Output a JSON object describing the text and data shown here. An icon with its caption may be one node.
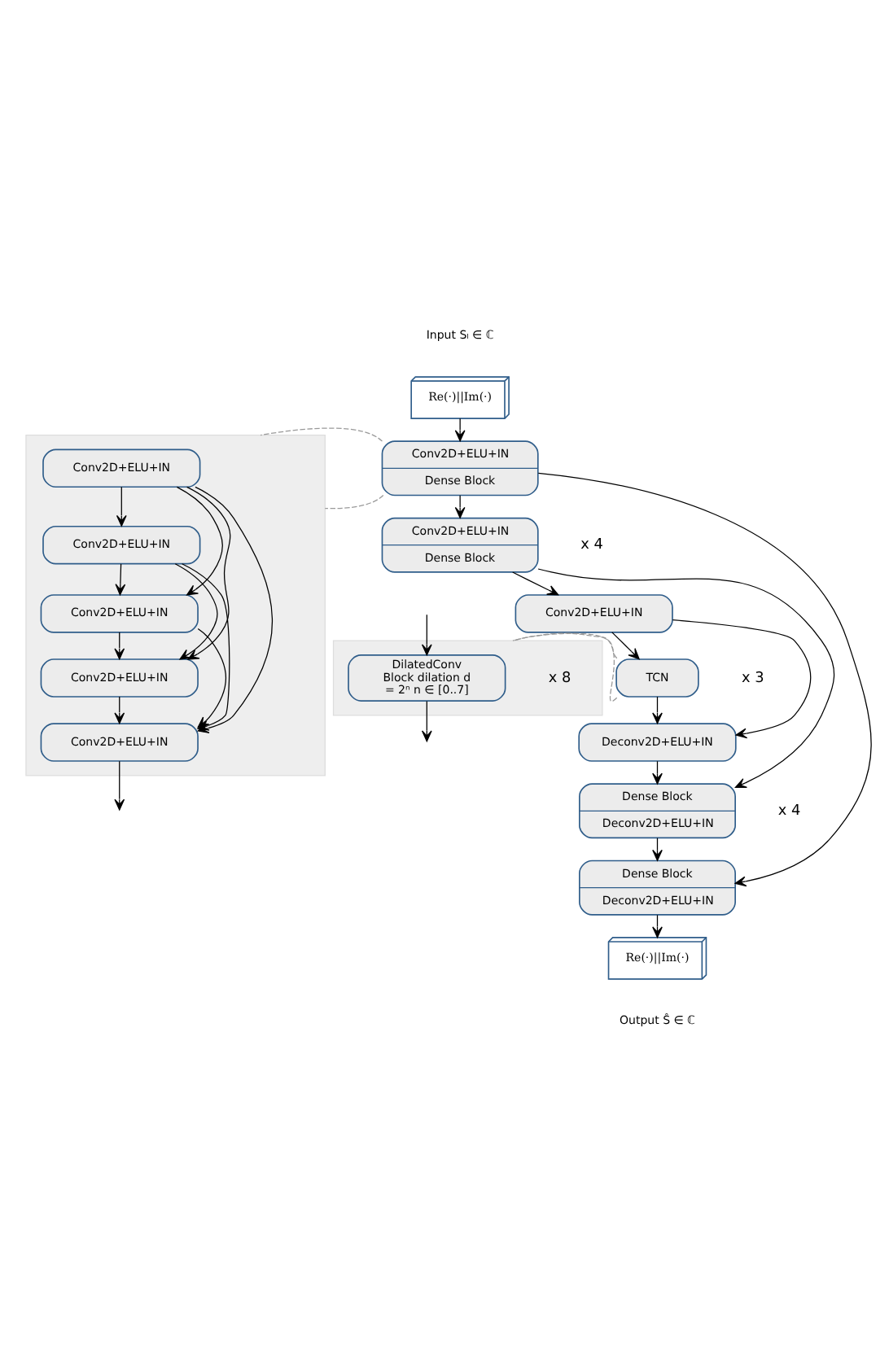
{
  "diagram": {
    "nodes": [
      {
        "text": [
          "Re(·)||Im(·)"
        ],
        "beside": [
          "Input Sₗ ∈ ℂ"
        ]
      },
      {
        "text": [
          "Conv2D+ELU+IN",
          "Dense Block"
        ]
      },
      {
        "text": [
          "Conv2D+ELU+IN",
          "Dense Block"
        ],
        "beside": [
          "x 4"
        ]
      },
      {
        "text": [
          "Conv2D+ELU+IN"
        ]
      },
      {
        "text": [
          "TCN"
        ],
        "beside": [
          "x 3"
        ]
      },
      {
        "text": [
          "Deconv2D+ELU+IN"
        ]
      },
      {
        "text": [
          "Dense Block",
          "Deconv2D+ELU+IN"
        ],
        "beside": [
          "x 4"
        ]
      },
      {
        "text": [
          "Dense Block",
          "Deconv2D+ELU+IN"
        ]
      },
      {
        "text": [
          "Re(·)||Im(·)"
        ],
        "beside": [
          "Output Ŝ ∈ ℂ"
        ]
      },
      {
        "text": [],
        "shape": "box"
      },
      {
        "text": [
          "Conv2D+ELU+IN"
        ],
        "in": 9
      },
      {
        "text": [
          "Conv2D+ELU+IN"
        ],
        "in": 9
      },
      {
        "text": [
          "Conv2D+ELU+IN"
        ],
        "in": 9
      },
      {
        "text": [
          "Conv2D+ELU+IN"
        ],
        "in": 9
      },
      {
        "text": [
          "Conv2D+ELU+IN"
        ],
        "in": 9
      },
      {
        "text": [],
        "shape": "box"
      },
      {
        "text": [
          "DilatedConv Block dilation d = 2ⁿ n ∈ [0..7]"
        ],
        "in": 15,
        "beside": [
          "x 8"
        ]
      }
    ],
    "edges": [
      {
        "from": 0,
        "to": 1,
        "arrow": "to"
      },
      {
        "from": 1,
        "to": 2,
        "arrow": "to"
      },
      {
        "from": 2,
        "to": 3,
        "arrow": "to"
      },
      {
        "from": 3,
        "to": 4,
        "arrow": "to"
      },
      {
        "from": 4,
        "to": 5,
        "arrow": "to"
      },
      {
        "from": 5,
        "to": 6,
        "arrow": "to"
      },
      {
        "from": 6,
        "to": 7,
        "arrow": "to"
      },
      {
        "from": 7,
        "to": 8,
        "arrow": "to"
      },
      {
        "from": 1,
        "to": 7,
        "arrow": "to"
      },
      {
        "from": 2,
        "to": 6,
        "arrow": "to"
      },
      {
        "from": 3,
        "to": 5,
        "arrow": "to"
      },
      {
        "from": 1,
        "to": 9,
        "arrow": "none",
        "style": "dashed",
        "color": "#999999"
      },
      {
        "from": 1,
        "to": 9,
        "arrow": "none",
        "style": "dashed",
        "color": "#999999"
      },
      {
        "from": 10,
        "to": 11,
        "arrow": "to"
      },
      {
        "from": 11,
        "to": 12,
        "arrow": "to"
      },
      {
        "from": 12,
        "to": 13,
        "arrow": "to"
      },
      {
        "from": 13,
        "to": 14,
        "arrow": "to"
      },
      {
        "from": 10,
        "to": 12,
        "arrow": "to"
      },
      {
        "from": 10,
        "to": 13,
        "arrow": "to"
      },
      {
        "from": 10,
        "to": 14,
        "arrow": "to"
      },
      {
        "from": 11,
        "to": 13,
        "arrow": "to"
      },
      {
        "from": 11,
        "to": 14,
        "arrow": "to"
      },
      {
        "from": 12,
        "to": 14,
        "arrow": "to"
      },
      {
        "from": 14,
        "to": null,
        "arrow": "to"
      },
      {
        "from": 4,
        "to": 15,
        "arrow": "none",
        "style": "dashed",
        "color": "#999999"
      },
      {
        "from": 4,
        "to": 15,
        "arrow": "none",
        "style": "dashed",
        "color": "#999999"
      },
      {
        "from": null,
        "to": 16,
        "arrow": "to"
      },
      {
        "from": 16,
        "to": null,
        "arrow": "to"
      }
    ]
  }
}
